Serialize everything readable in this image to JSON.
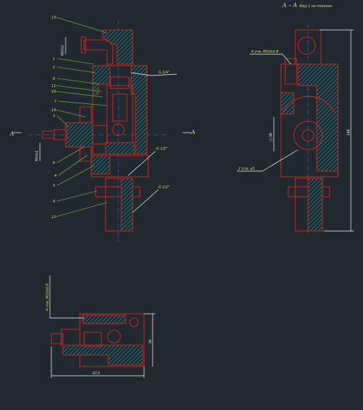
{
  "section_title": {
    "letters": "A – A",
    "note": "Вид 1 не показан"
  },
  "section_marks": {
    "left": "A",
    "right": "A"
  },
  "part_numbers": [
    "13",
    "1",
    "2",
    "8",
    "11",
    "10",
    "7",
    "14",
    "3",
    "6",
    "4",
    "5",
    "9",
    "12"
  ],
  "front_view": {
    "thread_top": "M10x1",
    "thread_mid": "G 1/4\"",
    "thread_low": "G 1/2\"",
    "thread_bottom": "G 1/2\"",
    "thread_side": "M10x1"
  },
  "section_view": {
    "holes_note": "4 отв. M10x0,8",
    "height_dim": "146",
    "square_dim": "□ 38",
    "drain_note": "2 отв. ⌀5"
  },
  "top_view": {
    "holes_note": "4 отв. M10x0,8",
    "width_dim": "67,5",
    "height_dim": "38"
  }
}
